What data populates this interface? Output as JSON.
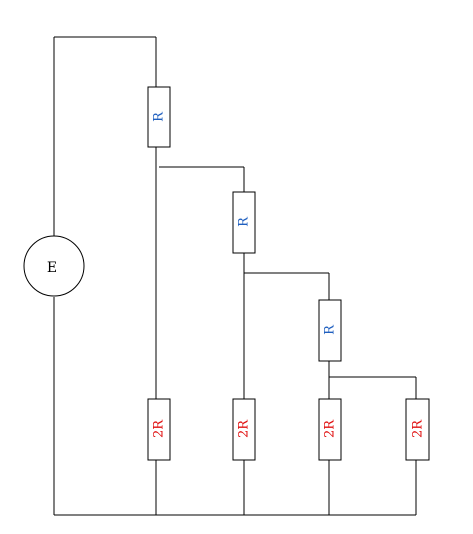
{
  "source": {
    "label": "E"
  },
  "resistors": {
    "series": [
      {
        "label": "R",
        "color": "#1f5fbf"
      },
      {
        "label": "R",
        "color": "#1f5fbf"
      },
      {
        "label": "R",
        "color": "#1f5fbf"
      }
    ],
    "shunt": [
      {
        "label": "2R",
        "color": "#e01010"
      },
      {
        "label": "2R",
        "color": "#e01010"
      },
      {
        "label": "2R",
        "color": "#e01010"
      },
      {
        "label": "2R",
        "color": "#e01010"
      }
    ]
  }
}
